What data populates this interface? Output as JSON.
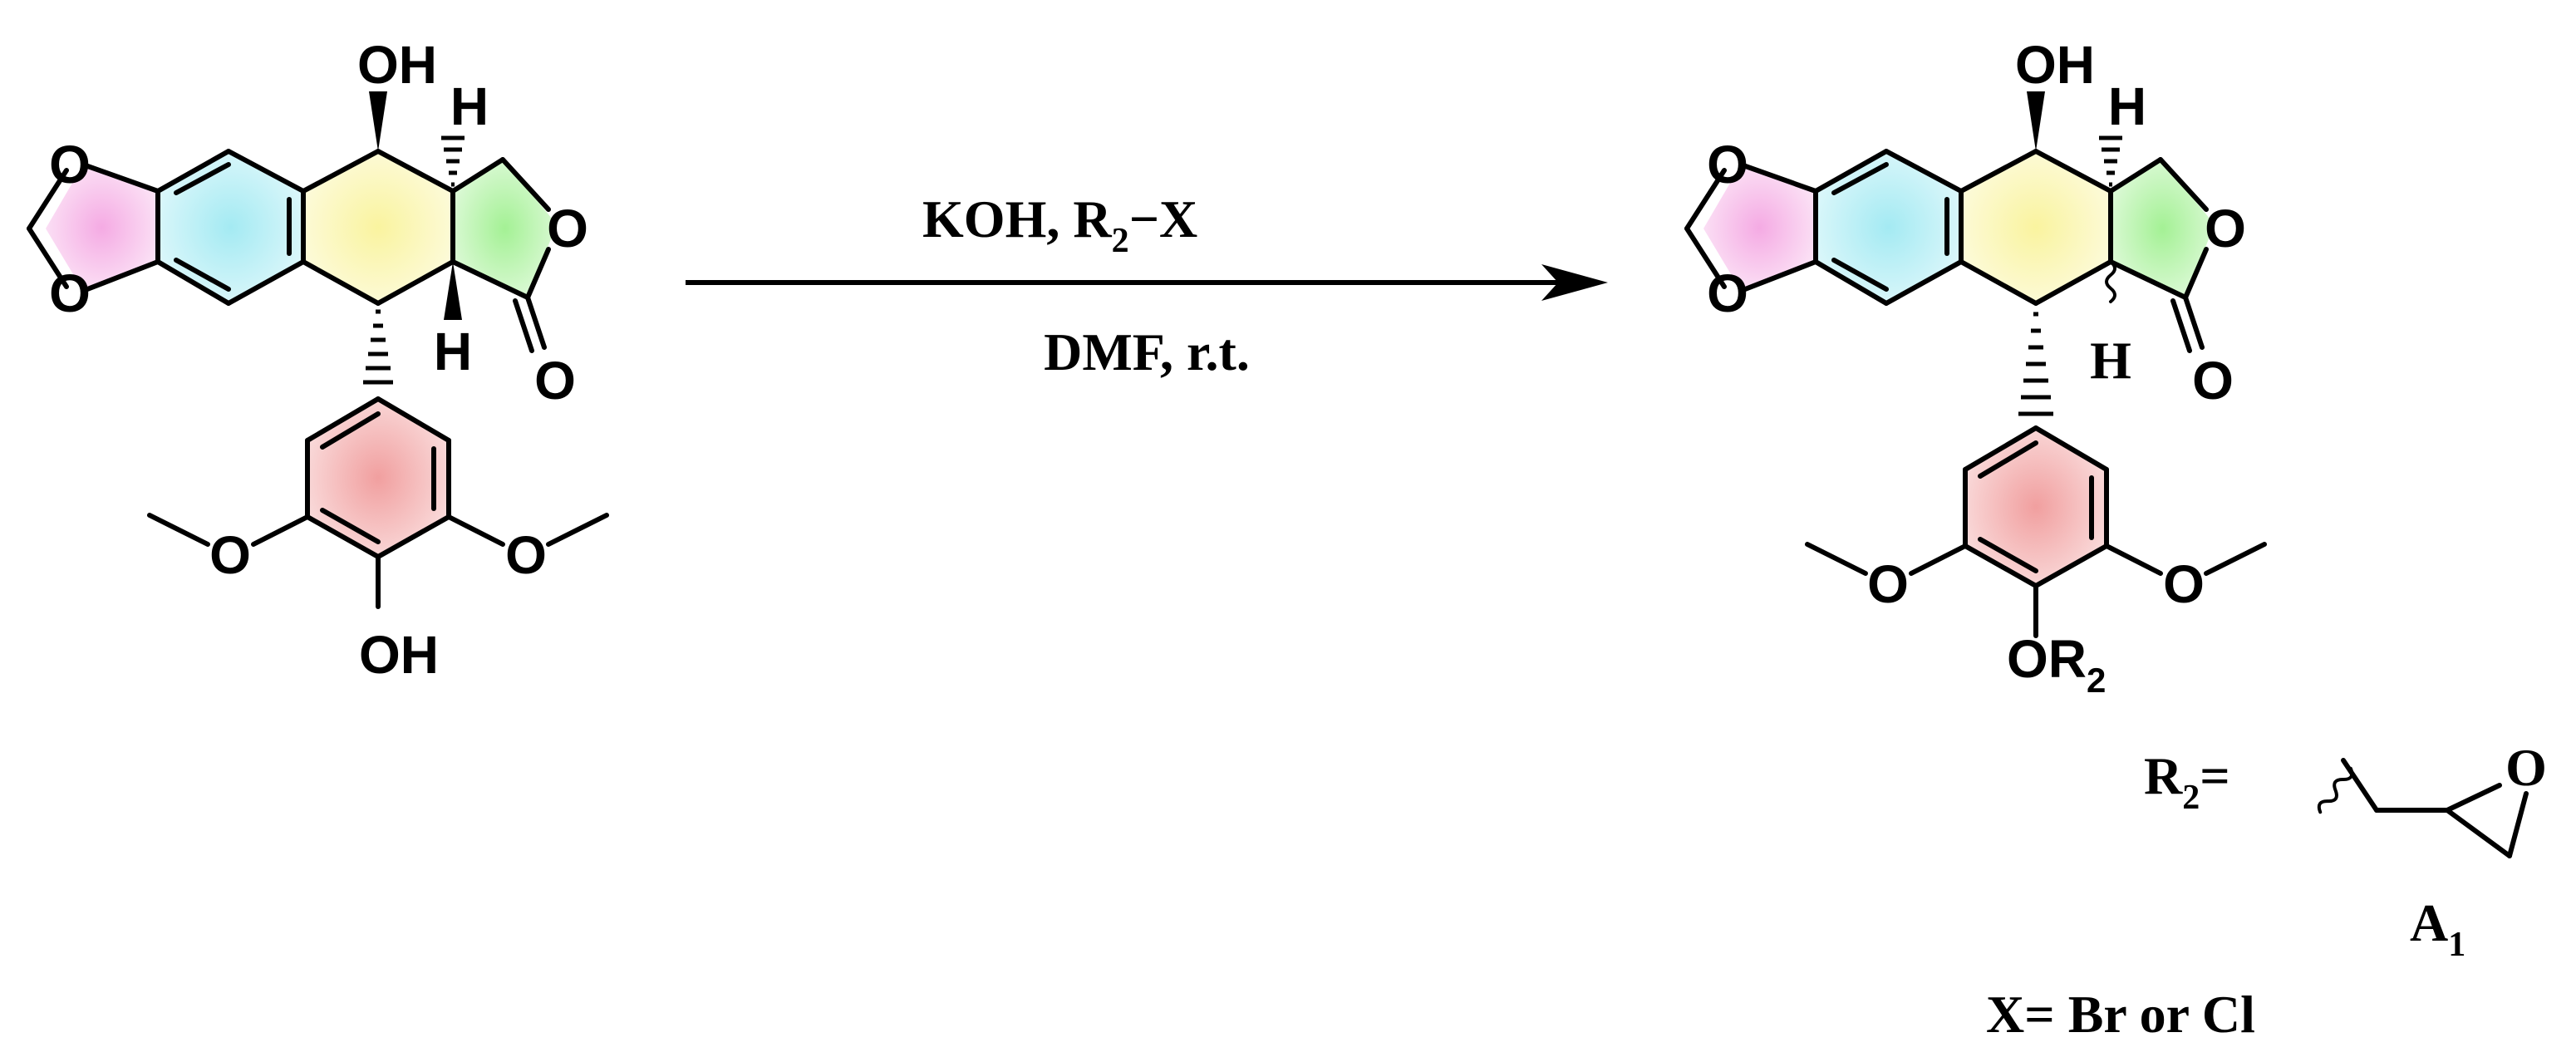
{
  "colors": {
    "dioxole": "#f4a6e2",
    "aromatic_a": "#9fe9f2",
    "ring_c": "#f9f39a",
    "lactone": "#9ff08f",
    "aryl_e": "#f09a9a"
  },
  "starting_material": {
    "atoms": {
      "oh_top": "OH",
      "h_top": "H",
      "h_bottom": "H",
      "o_dioxole_top": "O",
      "o_dioxole_bottom": "O",
      "o_lactone_ring": "O",
      "o_carbonyl": "O",
      "o_methoxy_left": "O",
      "o_methoxy_right": "O",
      "oh_phenol": "OH"
    }
  },
  "reaction": {
    "reagents": "KOH,   R",
    "reagents_sub": "2",
    "reagents_tail": "−X",
    "conditions": "DMF, r.t."
  },
  "product": {
    "atoms": {
      "oh_top": "OH",
      "h_top": "H",
      "h_bottom": "H",
      "o_dioxole_top": "O",
      "o_dioxole_bottom": "O",
      "o_lactone_ring": "O",
      "o_carbonyl": "O",
      "o_methoxy_left": "O",
      "o_methoxy_right": "O",
      "or2_main": "OR",
      "or2_sub": "2"
    }
  },
  "substituent": {
    "r2_label": "R",
    "r2_sub": "2",
    "r2_eq": "=",
    "epoxide_o": "O",
    "label_main": "A",
    "label_sub": "1"
  },
  "footnote": "X= Br or Cl"
}
